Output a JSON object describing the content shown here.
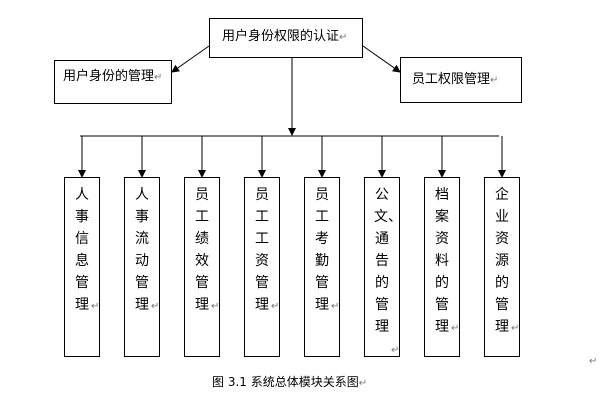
{
  "diagram": {
    "root": {
      "label": "用户身份权限的认证"
    },
    "left_child": {
      "label": "用户身份的管理"
    },
    "right_child": {
      "label": "员工权限管理"
    },
    "modules": [
      {
        "label": "人事信息管理"
      },
      {
        "label": "人事流动管理"
      },
      {
        "label": "员工绩效管理"
      },
      {
        "label": "员工工资管理"
      },
      {
        "label": "员工考勤管理"
      },
      {
        "label": "公文、通告的管理"
      },
      {
        "label": "档案资料的管理"
      },
      {
        "label": "企业资源的管理"
      }
    ],
    "paragraph_mark": "↵"
  },
  "caption": "图 3.1  系统总体模块关系图"
}
